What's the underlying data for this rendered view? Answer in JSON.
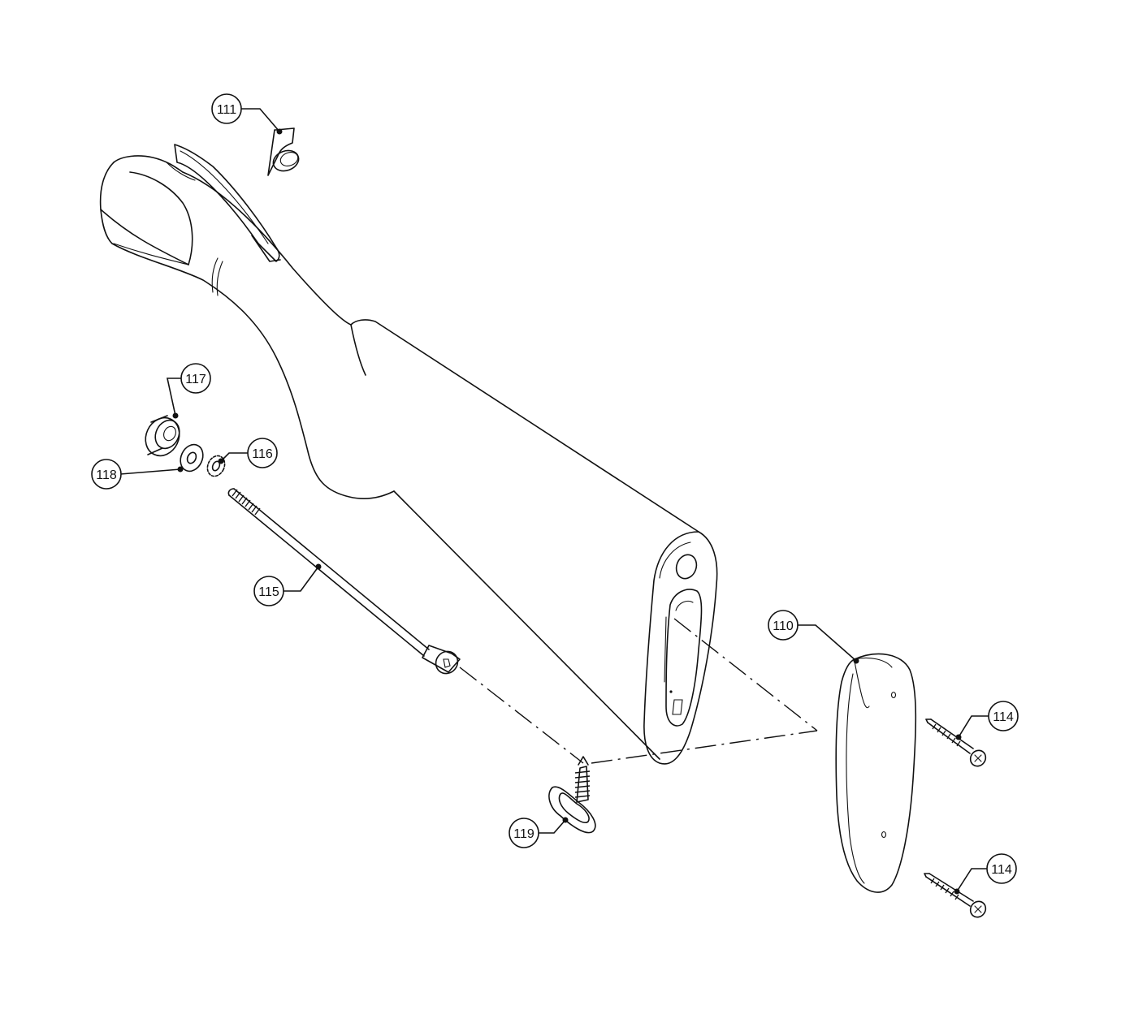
{
  "callouts": [
    {
      "id": "110",
      "label": "110",
      "part": "recoil-pad"
    },
    {
      "id": "111",
      "label": "111",
      "part": "sling-swivel-front"
    },
    {
      "id": "114a",
      "label": "114",
      "part": "pad-screw-upper"
    },
    {
      "id": "114b",
      "label": "114",
      "part": "pad-screw-lower"
    },
    {
      "id": "115",
      "label": "115",
      "part": "stock-bolt"
    },
    {
      "id": "116",
      "label": "116",
      "part": "lock-washer"
    },
    {
      "id": "117",
      "label": "117",
      "part": "bushing"
    },
    {
      "id": "118",
      "label": "118",
      "part": "flat-washer"
    },
    {
      "id": "119",
      "label": "119",
      "part": "sling-swivel-stud"
    }
  ],
  "colors": {
    "line": "#111111",
    "background": "#ffffff"
  }
}
